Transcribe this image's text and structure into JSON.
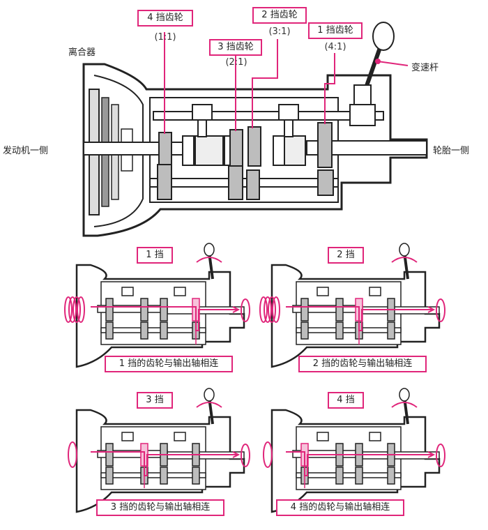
{
  "main": {
    "labels": {
      "clutch": "离合器",
      "engine_side": "发动机一侧",
      "tire_side": "轮胎一侧",
      "shift_lever": "变速杆"
    },
    "gears": [
      {
        "label": "4 挡齿轮",
        "ratio": "(1:1)"
      },
      {
        "label": "3 挡齿轮",
        "ratio": "(2:1)"
      },
      {
        "label": "2 挡齿轮",
        "ratio": "(3:1)"
      },
      {
        "label": "1 挡齿轮",
        "ratio": "(4:1)"
      }
    ]
  },
  "panels": [
    {
      "title": "1 挡",
      "caption": "1 挡的齿轮与输出轴相连"
    },
    {
      "title": "2 挡",
      "caption": "2 挡的齿轮与输出轴相连"
    },
    {
      "title": "3 挡",
      "caption": "3 挡的齿轮与输出轴相连"
    },
    {
      "title": "4 挡",
      "caption": "4 挡的齿轮与输出轴相连"
    }
  ],
  "colors": {
    "accent": "#e0257a",
    "line": "#222222",
    "gear_fill": "#bdbdbd"
  }
}
